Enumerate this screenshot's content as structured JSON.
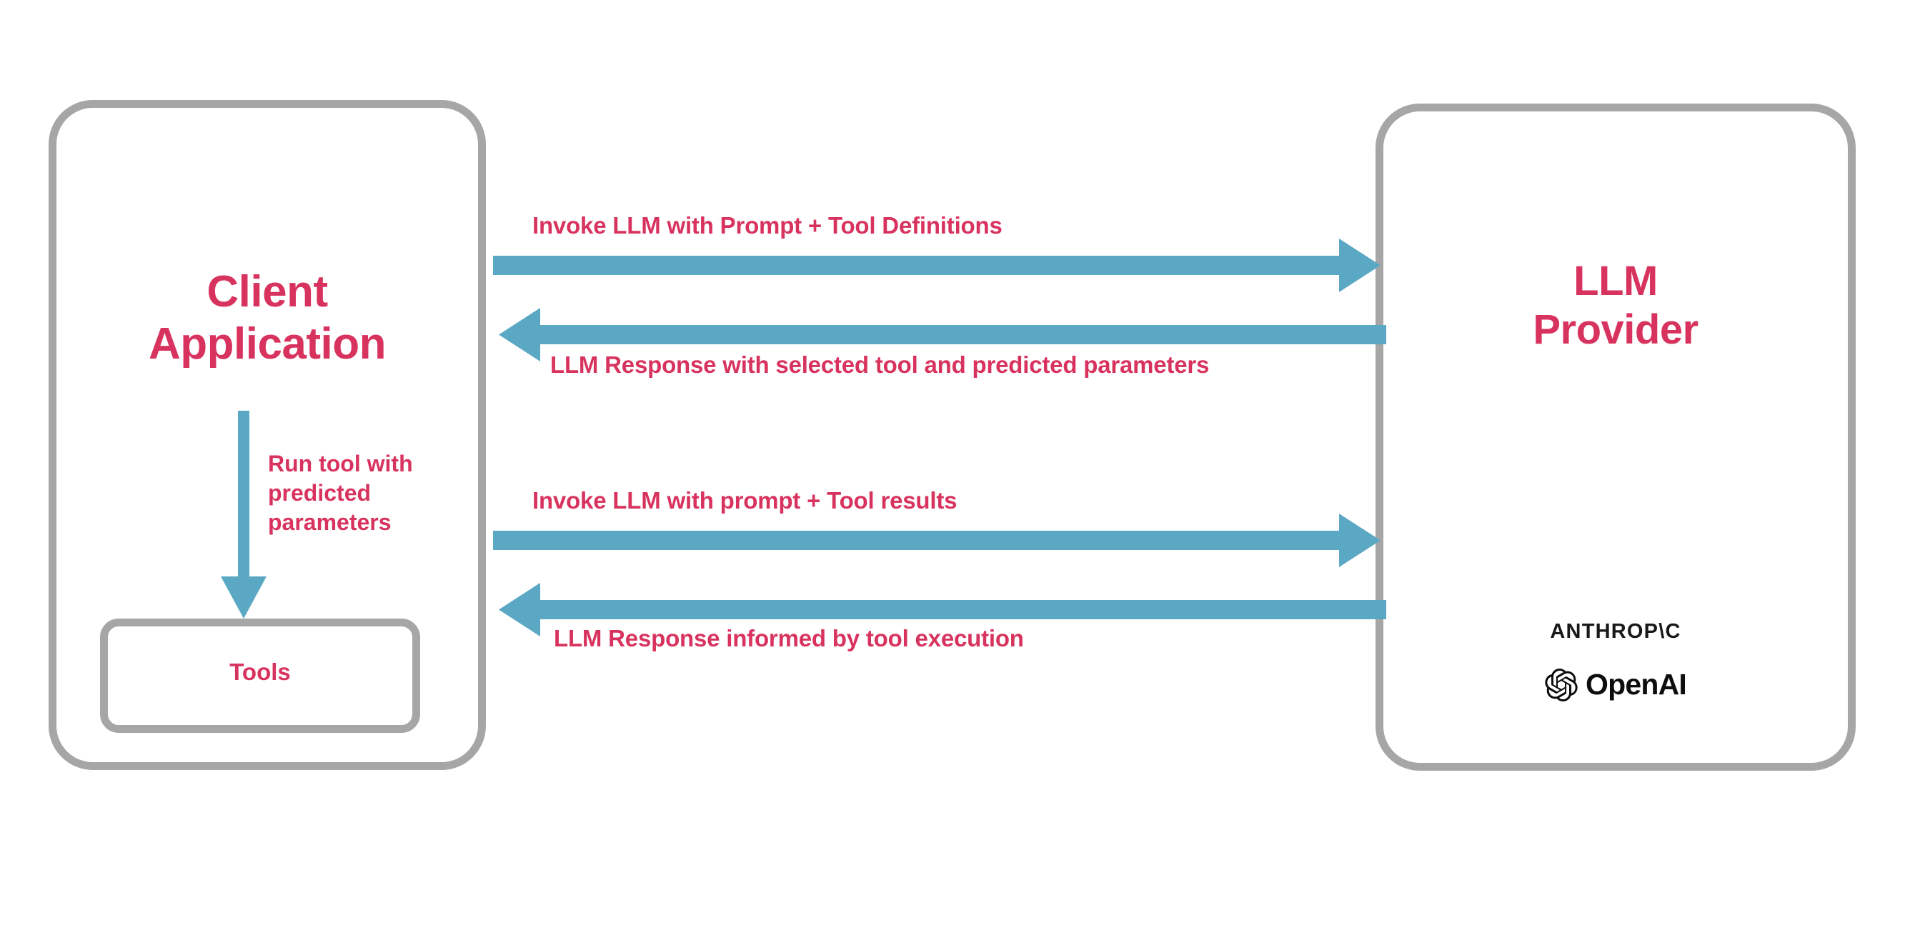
{
  "diagram": {
    "title": "LLM tool-calling sequence between client application and LLM provider",
    "colors": {
      "accent_pink": "#d8335e",
      "arrow_blue": "#5ba8c4",
      "box_gray": "#a6a6a6",
      "logo_black": "#0d0d0d",
      "background": "#ffffff"
    }
  },
  "client_panel": {
    "title": "Client\nApplication",
    "tools_box": {
      "label": "Tools"
    },
    "internal_arrow": {
      "label": "Run tool with\npredicted\nparameters",
      "direction": "down"
    }
  },
  "provider_panel": {
    "title": "LLM\nProvider",
    "logos": [
      {
        "name": "anthropic-logo",
        "text": "ANTHROP\\C"
      },
      {
        "name": "openai-logo",
        "text": "OpenAI"
      }
    ]
  },
  "flows": [
    {
      "id": "flow-1",
      "label": "Invoke LLM with Prompt + Tool Definitions",
      "direction": "right",
      "from": "Client Application",
      "to": "LLM Provider"
    },
    {
      "id": "flow-2",
      "label": "LLM Response with selected tool and predicted parameters",
      "direction": "left",
      "from": "LLM Provider",
      "to": "Client Application"
    },
    {
      "id": "flow-3",
      "label": "Invoke LLM with prompt + Tool results",
      "direction": "right",
      "from": "Client Application",
      "to": "LLM Provider"
    },
    {
      "id": "flow-4",
      "label": "LLM Response informed by tool execution",
      "direction": "left",
      "from": "LLM Provider",
      "to": "Client Application"
    }
  ]
}
